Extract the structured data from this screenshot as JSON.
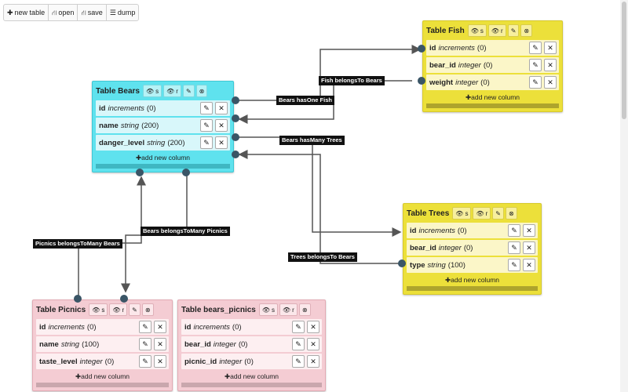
{
  "toolbar": {
    "new_table": "new table",
    "open": "open",
    "save": "save",
    "dump": "dump"
  },
  "table_buttons": {
    "eye_s": "s",
    "eye_r": "r"
  },
  "add_column_label": "add new column",
  "tables": {
    "bears": {
      "title": "Table Bears",
      "columns": [
        {
          "name": "id",
          "type": "increments",
          "extra": "(0)"
        },
        {
          "name": "name",
          "type": "string",
          "extra": "(200)"
        },
        {
          "name": "danger_level",
          "type": "string",
          "extra": "(200)"
        }
      ]
    },
    "fish": {
      "title": "Table Fish",
      "columns": [
        {
          "name": "id",
          "type": "increments",
          "extra": "(0)"
        },
        {
          "name": "bear_id",
          "type": "integer",
          "extra": "(0)"
        },
        {
          "name": "weight",
          "type": "integer",
          "extra": "(0)"
        }
      ]
    },
    "trees": {
      "title": "Table Trees",
      "columns": [
        {
          "name": "id",
          "type": "increments",
          "extra": "(0)"
        },
        {
          "name": "bear_id",
          "type": "integer",
          "extra": "(0)"
        },
        {
          "name": "type",
          "type": "string",
          "extra": "(100)"
        }
      ]
    },
    "picnics": {
      "title": "Table Picnics",
      "columns": [
        {
          "name": "id",
          "type": "increments",
          "extra": "(0)"
        },
        {
          "name": "name",
          "type": "string",
          "extra": "(100)"
        },
        {
          "name": "taste_level",
          "type": "integer",
          "extra": "(0)"
        }
      ]
    },
    "bears_picnics": {
      "title": "Table bears_picnics",
      "columns": [
        {
          "name": "id",
          "type": "increments",
          "extra": "(0)"
        },
        {
          "name": "bear_id",
          "type": "integer",
          "extra": "(0)"
        },
        {
          "name": "picnic_id",
          "type": "integer",
          "extra": "(0)"
        }
      ]
    }
  },
  "relations": {
    "fish_belongs_to_bears": "Fish belongsTo Bears",
    "bears_has_one_fish": "Bears hasOne Fish",
    "bears_has_many_trees": "Bears hasMany Trees",
    "trees_belongs_to_bears": "Trees belongsTo Bears",
    "bears_belongs_to_many_picnics": "Bears belongsToMany Picnics",
    "picnics_belongs_to_many_bears": "Picnics belongsToMany Bears"
  },
  "colors": {
    "cyan_theme": "#5fe2ee",
    "yellow_theme": "#ece03a",
    "pink_theme": "#f4ccd3",
    "wire": "#555555"
  }
}
